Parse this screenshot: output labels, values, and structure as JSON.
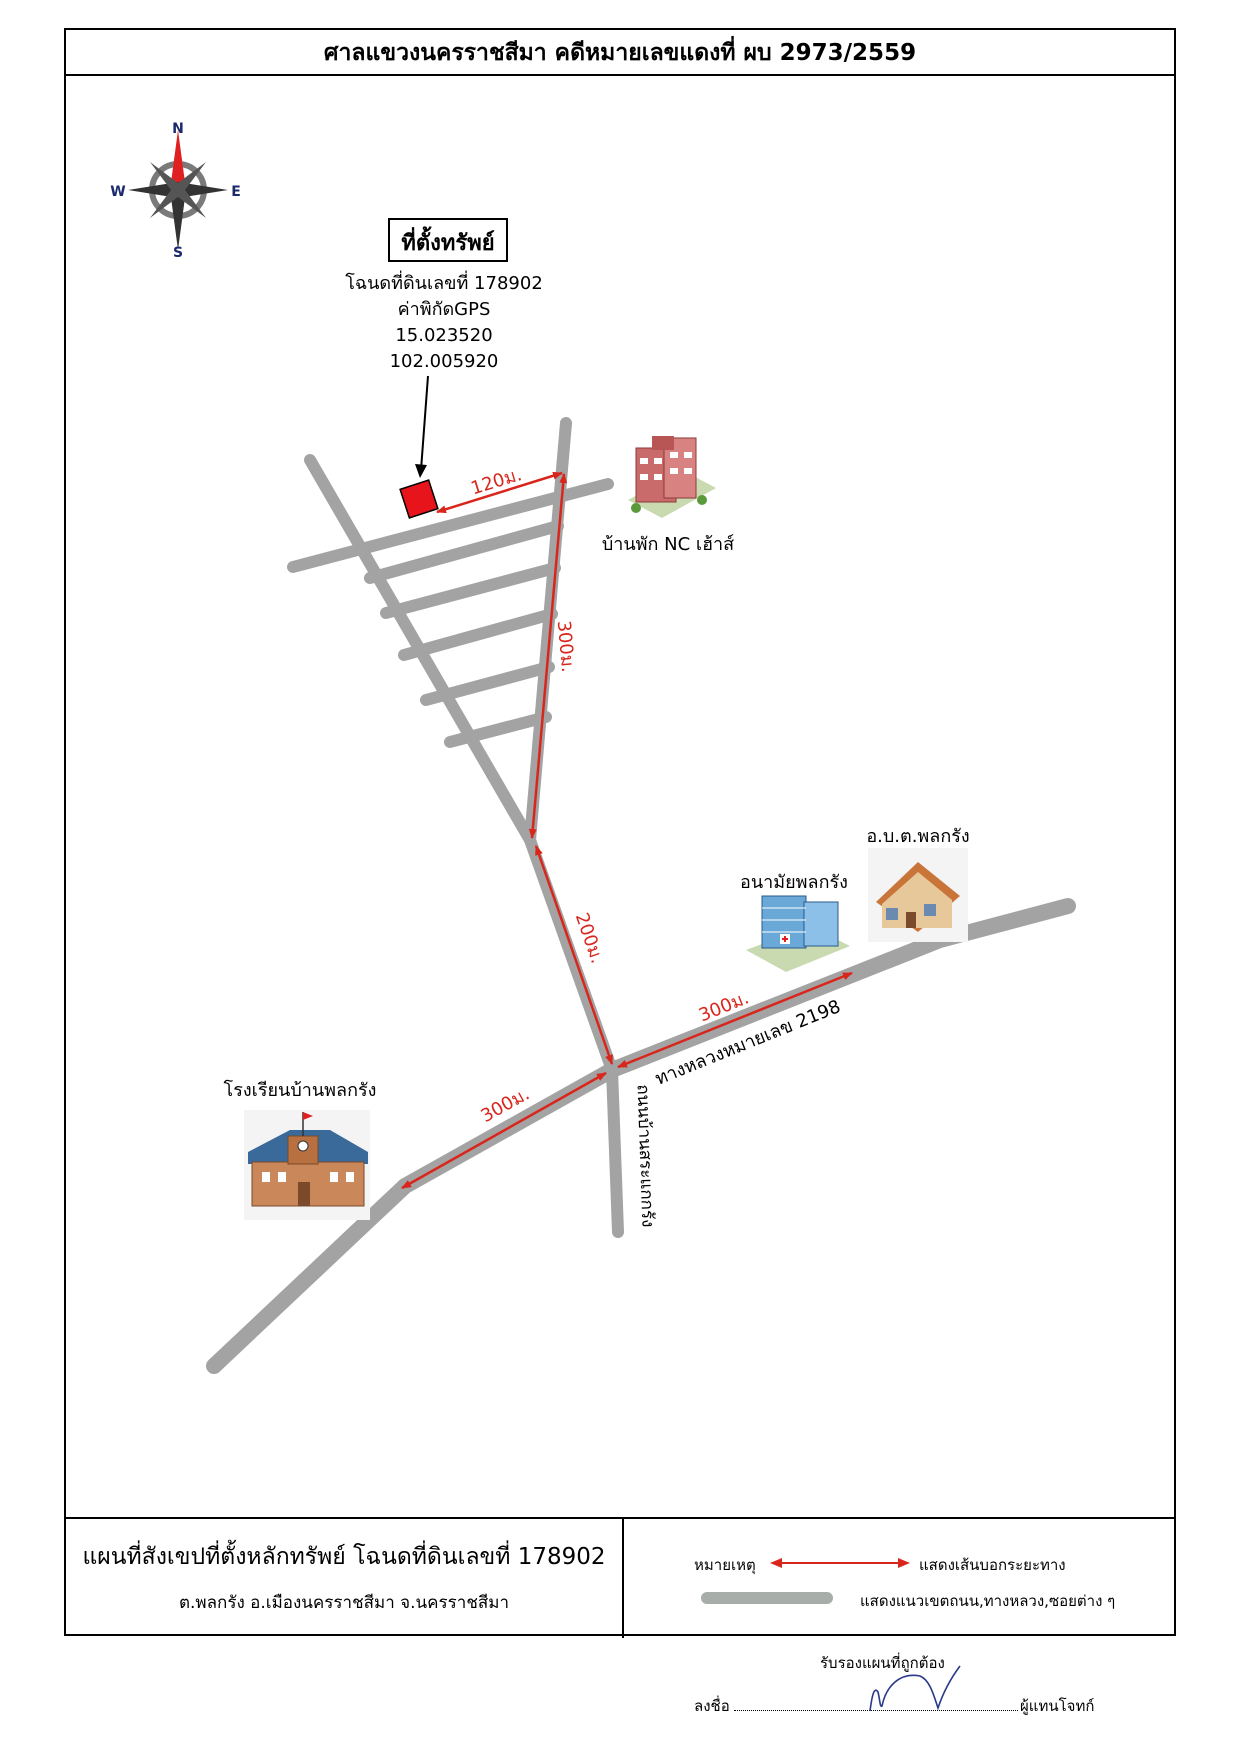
{
  "header": {
    "title": "ศาลแขวงนครราชสีมา คดีหมายเลขแดงที่ ผบ 2973/2559"
  },
  "compass": {
    "n": "N",
    "s": "S",
    "e": "E",
    "w": "W"
  },
  "property": {
    "label": "ที่ตั้งทรัพย์",
    "deed": "โฉนดที่ดินเลขที่ 178902",
    "gps_label": "ค่าพิกัดGPS",
    "lat": "15.023520",
    "lon": "102.005920"
  },
  "distances": {
    "d120": "120ม.",
    "d300_north": "300ม.",
    "d200": "200ม.",
    "d300_east": "300ม.",
    "d300_west": "300ม."
  },
  "places": {
    "nc_house": "บ้านพัก NC เฮ้าส์",
    "health_center": "อนามัยพลกรัง",
    "sao": "อ.บ.ต.พลกรัง",
    "school": "โรงเรียนบ้านพลกรัง"
  },
  "roads": {
    "highway": "ทางหลวงหมายเลข 2198",
    "side_road": "ถนนบ้านสระแกกรัง"
  },
  "footer": {
    "title": "แผนที่สังเขปที่ตั้งหลักทรัพย์ โฉนดที่ดินเลขที่ 178902",
    "subtitle": "ต.พลกรัง  อ.เมืองนครราชสีมา  จ.นครราชสีมา",
    "legend_title": "หมายเหตุ",
    "legend_arrow": "แสดงเส้นบอกระยะทาง",
    "legend_road": "แสดงแนวเขตถนน,ทางหลวง,ซอยต่าง ๆ"
  },
  "signature": {
    "certify": "รับรองแผนที่ถูกต้อง",
    "sign_label": "ลงชื่อ",
    "role": "ผู้แทนโจทก์"
  },
  "colors": {
    "road": "#a3a3a3",
    "arrow": "#d9261c",
    "property": "#e8141c",
    "legend_road": "#a7ada9"
  }
}
